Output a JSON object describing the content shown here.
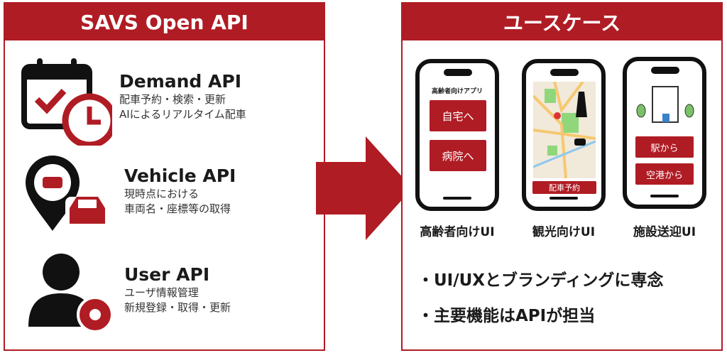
{
  "left": {
    "header": "SAVS Open API",
    "items": [
      {
        "title": "Demand API",
        "lines": [
          "配車予約・検索・更新",
          "AIによるリアルタイム配車"
        ]
      },
      {
        "title": "Vehicle API",
        "lines": [
          "現時点における",
          "車両名・座標等の取得"
        ]
      },
      {
        "title": "User API",
        "lines": [
          "ユーザ情報管理",
          "新規登録・取得・更新"
        ]
      }
    ]
  },
  "right": {
    "header": "ユースケース",
    "phones": [
      {
        "label": "高齢者向けUI",
        "app_title": "高齢者向けアプリ",
        "buttons": [
          "自宅へ",
          "病院へ"
        ]
      },
      {
        "label": "観光向けUI",
        "buttons": [
          "配車予約"
        ]
      },
      {
        "label": "施設送迎UI",
        "buttons": [
          "駅から",
          "空港から"
        ]
      }
    ],
    "bullets": [
      "・UI/UXとブランディングに専念",
      "・主要機能はAPIが担当"
    ]
  },
  "colors": {
    "accent": "#b01c24"
  }
}
